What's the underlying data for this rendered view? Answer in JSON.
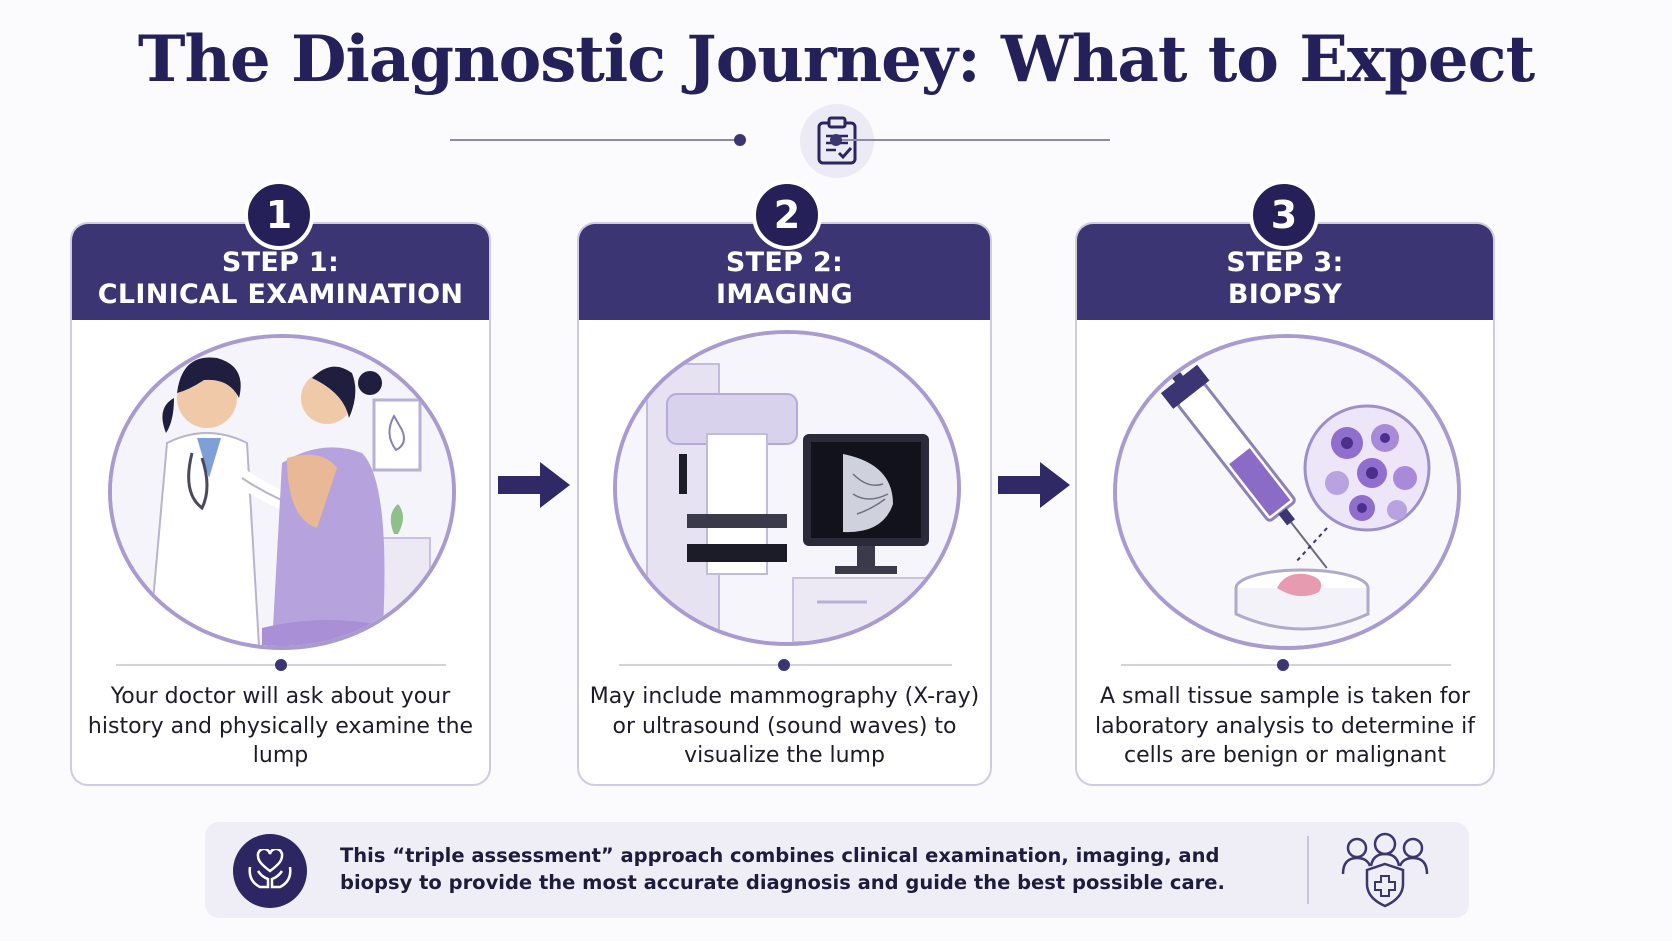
{
  "title": "The Diagnostic Journey: What to Expect",
  "header_icon": "clipboard-check-icon",
  "steps": [
    {
      "number": "1",
      "label": "STEP 1:",
      "name": "CLINICAL EXAMINATION",
      "illustration": "doctor-examining-patient",
      "description": "Your doctor will ask about your history and physically examine the lump"
    },
    {
      "number": "2",
      "label": "STEP 2:",
      "name": "IMAGING",
      "illustration": "mammography-machine-and-monitor",
      "description": "May include mammography (X-ray) or ultrasound (sound waves) to visualize the lump"
    },
    {
      "number": "3",
      "label": "STEP 3:",
      "name": "BIOPSY",
      "illustration": "syringe-tissue-sample-cells",
      "description": "A small tissue sample is taken for laboratory analysis to determine if cells are benign or malignant"
    }
  ],
  "footer": {
    "icon": "heart-in-hands-icon",
    "text": "This “triple assessment” approach combines clinical examination, imaging, and biopsy to provide the most accurate diagnosis and guide the best possible care.",
    "right_icon": "care-team-shield-icon"
  },
  "colors": {
    "primary": "#3c3574",
    "accent": "#a99bd0",
    "title": "#23205a"
  }
}
